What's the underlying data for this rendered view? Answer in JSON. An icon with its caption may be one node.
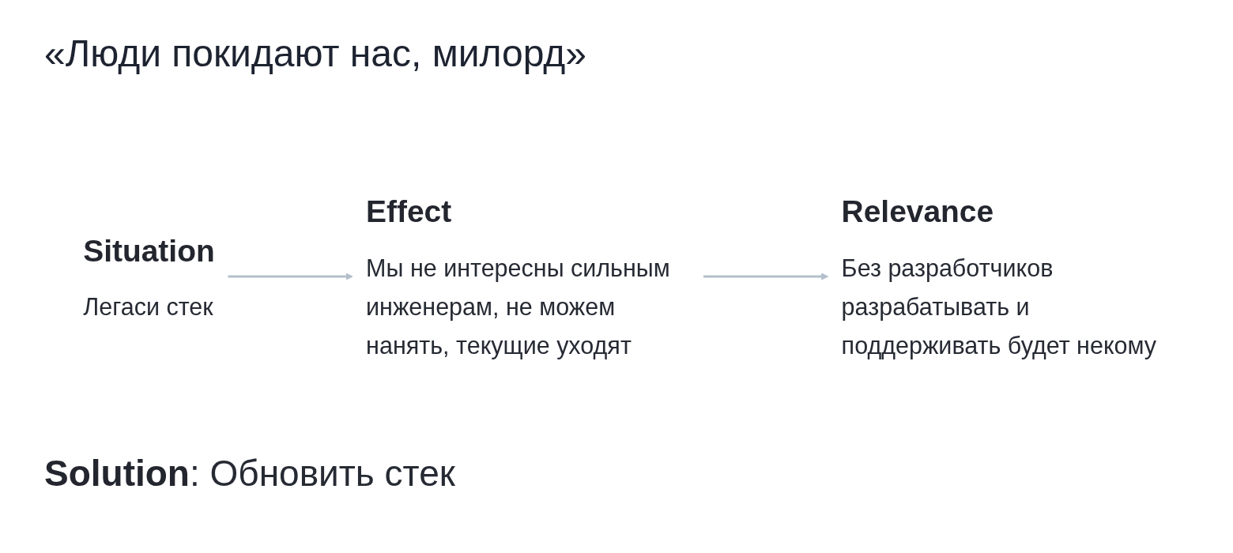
{
  "diagram": {
    "title": "«Люди покидают нас, милорд»",
    "nodes": [
      {
        "text": [
          "Situation",
          "Легаси стек"
        ]
      },
      {
        "text": [
          "Effect",
          "Мы не интересны сильным инженерам, не можем нанять, текущие уходят"
        ]
      },
      {
        "text": [
          "Relevance",
          "Без разработчиков разрабатывать и поддерживать будет некому"
        ]
      }
    ],
    "edges": [
      {
        "from": 0,
        "to": 1,
        "arrow": "to"
      },
      {
        "from": 1,
        "to": 2,
        "arrow": "to"
      }
    ],
    "labels": [
      "**Solution**: Обновить стек"
    ]
  }
}
